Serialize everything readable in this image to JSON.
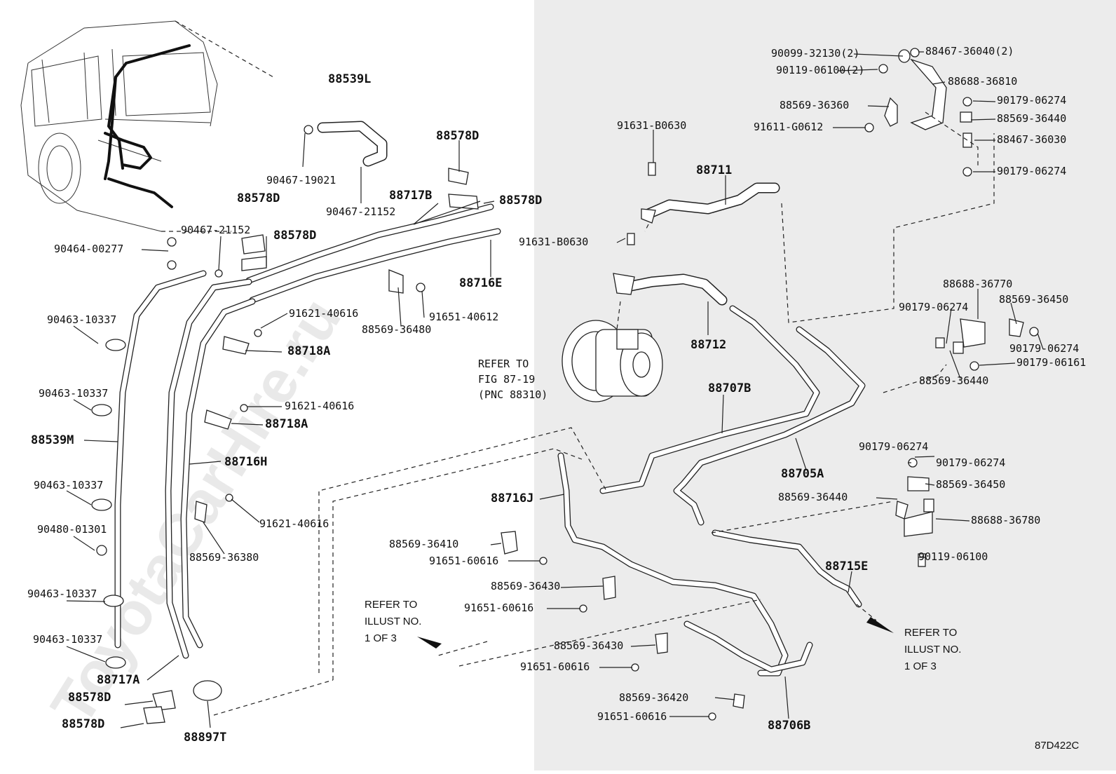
{
  "diagram": {
    "watermark": "ToyotaCarHire.ru",
    "figure_code": "87D422C",
    "refer_compressor": [
      "REFER TO",
      "FIG 87-19",
      "(PNC 88310)"
    ],
    "refer_left": [
      "REFER TO",
      "ILLUST NO.",
      "1 OF 3"
    ],
    "refer_right": [
      "REFER TO",
      "ILLUST NO.",
      "1 OF 3"
    ],
    "labels": [
      "90099-32130(2)",
      "88467-36040(2)",
      "90119-06100(2)",
      "88688-36810",
      "88569-36360",
      "90179-06274",
      "91631-B0630",
      "91611-G0612",
      "88569-36440",
      "88467-36030",
      "88539L",
      "88578D",
      "90179-06274",
      "88711",
      "90467-19021",
      "88717B",
      "88578D",
      "88578D",
      "90467-21152",
      "90467-21152",
      "88578D",
      "91631-B0630",
      "90464-00277",
      "88716E",
      "88688-36770",
      "91621-40616",
      "91651-40612",
      "90179-06274",
      "88569-36450",
      "88569-36480",
      "88712",
      "90463-10337",
      "88718A",
      "90179-06274",
      "90179-06161",
      "90463-10337",
      "88707B",
      "88569-36440",
      "91621-40616",
      "88718A",
      "88539M",
      "88716H",
      "88705A",
      "90179-06274",
      "90179-06274",
      "90463-10337",
      "88569-36450",
      "88716J",
      "88569-36440",
      "90480-01301",
      "91621-40616",
      "88688-36780",
      "88569-36380",
      "88569-36410",
      "90119-06100",
      "91651-60616",
      "88715E",
      "88569-36430",
      "90463-10337",
      "91651-60616",
      "90463-10337",
      "88569-36430",
      "88717A",
      "91651-60616",
      "88578D",
      "88569-36420",
      "88578D",
      "91651-60616",
      "88706B",
      "88897T"
    ]
  }
}
